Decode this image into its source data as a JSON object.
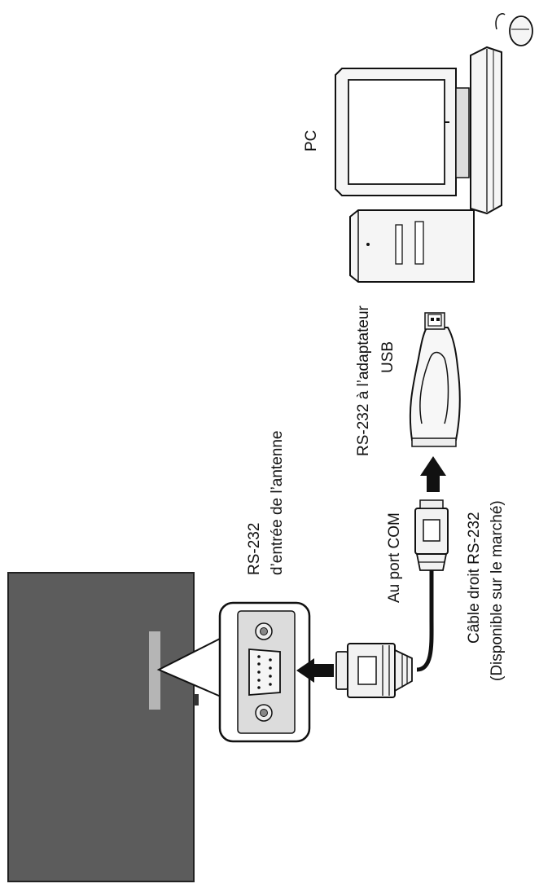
{
  "labels": {
    "pc": "PC",
    "adapter_line1": "RS-232 à l’adaptateur",
    "adapter_line2": "USB",
    "rs232_line1": "RS-232",
    "rs232_line2": "d’entrée de l’antenne",
    "com_port": "Au port COM",
    "cable_line1": "Câble droit RS-232",
    "cable_line2": "(Disponible sur le marché)"
  },
  "colors": {
    "tv_body": "#5c5c5c",
    "port_panel": "#b5b5b5",
    "outline": "#111111",
    "device_fill": "#f2f2f2"
  }
}
